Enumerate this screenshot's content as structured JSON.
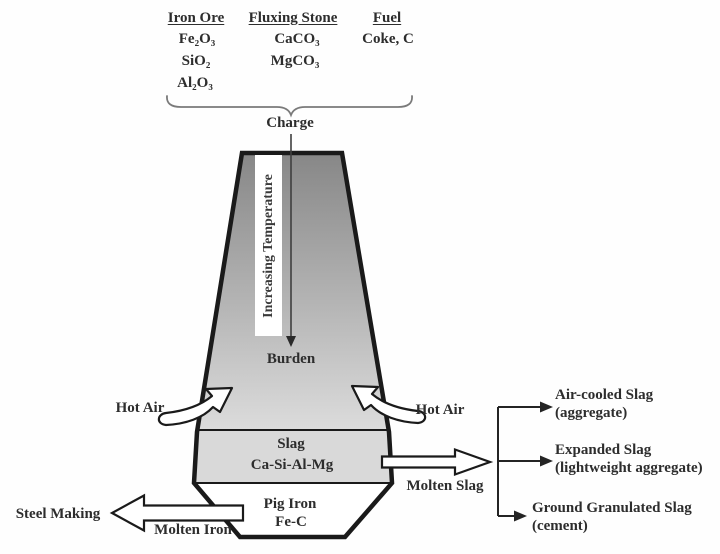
{
  "charge_inputs": {
    "columns": [
      {
        "title": "Iron Ore",
        "items": [
          "Fe₂O₃",
          "SiO₂",
          "Al₂O₃"
        ]
      },
      {
        "title": "Fluxing Stone",
        "items": [
          "CaCO₃",
          "MgCO₃"
        ]
      },
      {
        "title": "Fuel",
        "items": [
          "Coke, C"
        ]
      }
    ],
    "brace_label": "Charge"
  },
  "furnace": {
    "temperature_label": "Increasing Temperature",
    "burden_label": "Burden",
    "slag_zone": {
      "line1": "Slag",
      "line2": "Ca-Si-Al-Mg"
    },
    "pig_iron_zone": {
      "line1": "Pig Iron",
      "line2": "Fe-C"
    }
  },
  "air_inlets": {
    "left": "Hot Air",
    "right": "Hot Air"
  },
  "outputs": {
    "molten_slag": "Molten Slag",
    "molten_iron": "Molten Iron",
    "steel_making": "Steel Making"
  },
  "slag_products": [
    {
      "name": "Air-cooled Slag",
      "use": "(aggregate)"
    },
    {
      "name": "Expanded Slag",
      "use": "(lightweight aggregate)"
    },
    {
      "name": "Ground Granulated Slag",
      "use": "(cement)"
    }
  ],
  "colors": {
    "furnace_gradient_top": "#878787",
    "furnace_gradient_mid": "#b5b5b5",
    "furnace_gradient_bottom": "#dcdcdc",
    "slag_band_fill": "#d9d9d9",
    "outline": "#1a1a1a",
    "brace": "#7a7a7a",
    "text": "#2d2d2d",
    "arrow_fill": "#ffffff"
  }
}
